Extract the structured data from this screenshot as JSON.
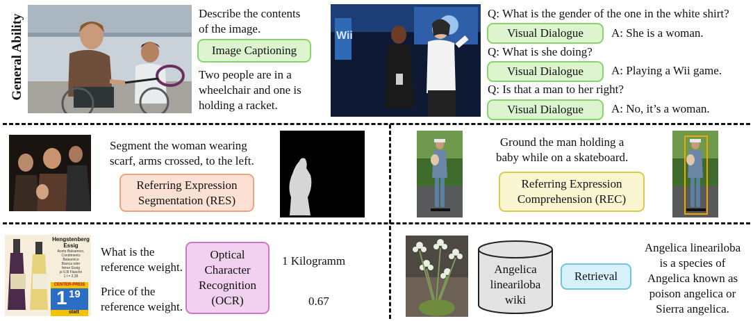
{
  "section_label": "General Ability",
  "captioning": {
    "prompt": [
      "Describe the contents",
      "of the image."
    ],
    "task": "Image Captioning",
    "answer": [
      "Two people are in a",
      "wheelchair and one is",
      "holding a racket."
    ]
  },
  "dialogue": [
    {
      "q": "Q: What is the gender of the one in the white shirt?",
      "task": "Visual Dialogue",
      "a": "A: She is a woman."
    },
    {
      "q": "Q: What is she doing?",
      "task": "Visual Dialogue",
      "a": "A: Playing a Wii game."
    },
    {
      "q": "Q: Is that a man to her right?",
      "task": "Visual Dialogue",
      "a": "A: No, it’s a woman."
    }
  ],
  "res": {
    "prompt": [
      "Segment the woman wearing",
      "scarf, arms crossed, to the left."
    ],
    "task": [
      "Referring Expression",
      "Segmentation (RES)"
    ]
  },
  "rec": {
    "prompt": [
      "Ground the man holding a",
      "baby while on a skateboard."
    ],
    "task": [
      "Referring Expression",
      "Comprehension (REC)"
    ]
  },
  "ocr": {
    "q1": [
      "What is the",
      "reference weight."
    ],
    "q2": [
      "Price of the",
      "reference weight."
    ],
    "task": [
      "Optical",
      "Character",
      "Recognition",
      "(OCR)"
    ],
    "a1": "1 Kilogramm",
    "a2": "0.67",
    "product": {
      "brand": "Hengstenberg",
      "name": "Essig",
      "lines": [
        "Aceto Balsamico,",
        "Condimento",
        "Balsamico",
        "Bianca oder",
        "feiner Essig",
        "je 0,5l Flasche",
        "1 l = 2,38"
      ],
      "banner": "CENTER-PREIS",
      "price_main": "1",
      "price_cents": "19",
      "stall": "statt"
    }
  },
  "retrieval": {
    "db": [
      "Angelica",
      "lineariloba",
      "wiki"
    ],
    "task": "Retrieval",
    "answer": [
      "Angelica lineariloba",
      "is a species of",
      "Angelica known as",
      "poison angelica or",
      "Sierra angelica."
    ]
  },
  "colors": {
    "green_fill": "#dcf5cf",
    "green_border": "#8ad36c",
    "orange_fill": "#fbe1d3",
    "orange_border": "#eda47c",
    "yellow_fill": "#fbf6d2",
    "yellow_border": "#dccb45",
    "pink_fill": "#f2d0ef",
    "pink_border": "#cc77c6",
    "blue_fill": "#d6f1fa",
    "blue_border": "#6cc5e2",
    "box_outline": "#f0a800"
  }
}
